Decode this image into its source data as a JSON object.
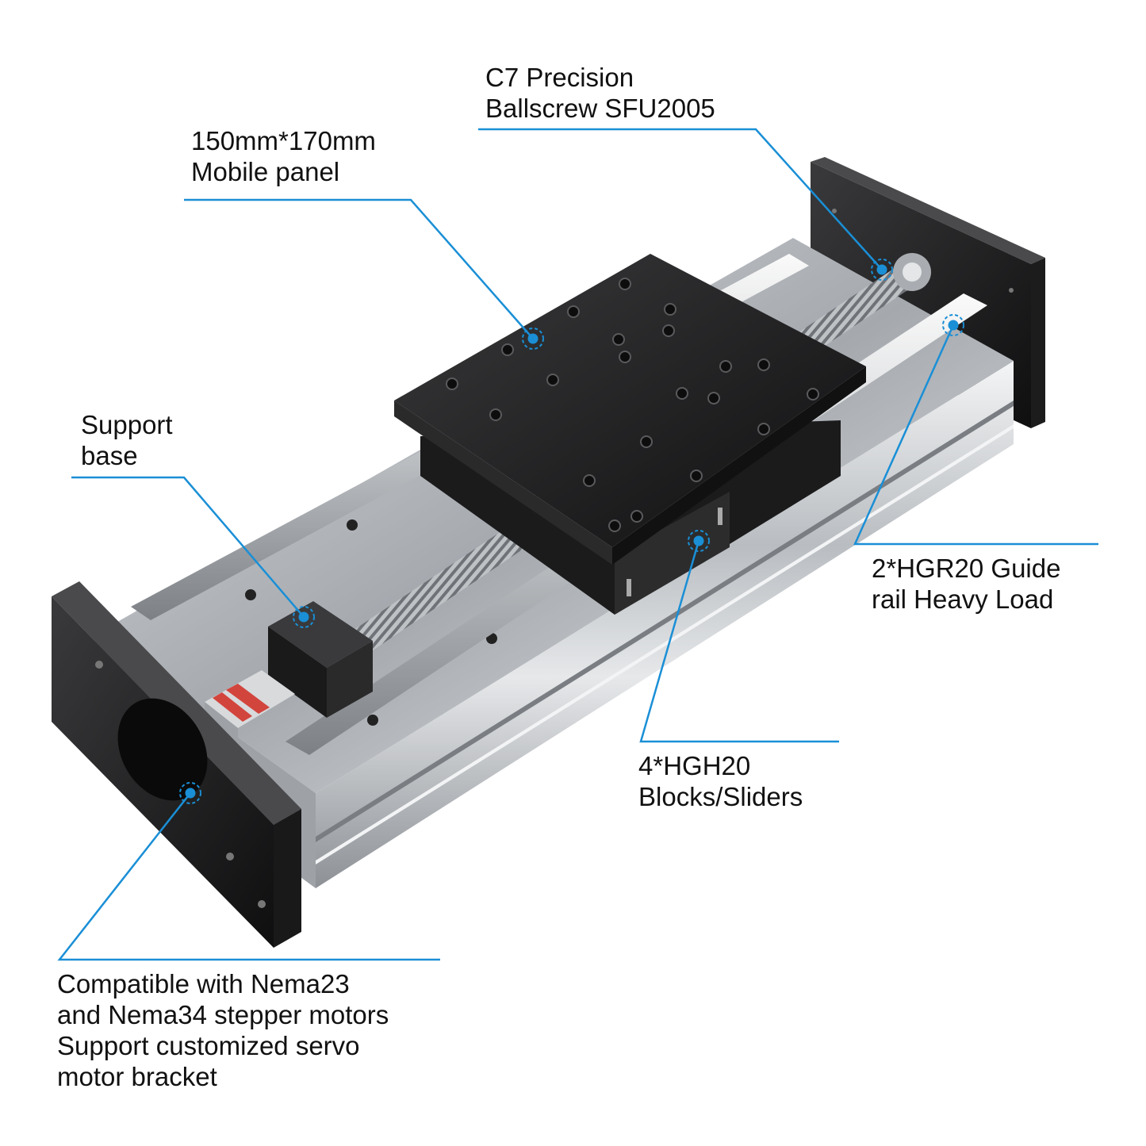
{
  "accent_color": "#1a8fd6",
  "callouts": {
    "ballscrew": {
      "line1": "C7 Precision",
      "line2": "Ballscrew SFU2005"
    },
    "mobile_panel": {
      "line1": "150mm*170mm",
      "line2": "Mobile panel"
    },
    "support_base": {
      "line1": "Support",
      "line2": "base"
    },
    "guide_rail": {
      "line1": "2*HGR20 Guide",
      "line2": "rail Heavy Load"
    },
    "blocks": {
      "line1": "4*HGH20",
      "line2": "Blocks/Sliders"
    },
    "motor": {
      "line1": "Compatible with Nema23",
      "line2": "and Nema34 stepper motors",
      "line3": "Support customized servo",
      "line4": "motor bracket"
    }
  }
}
